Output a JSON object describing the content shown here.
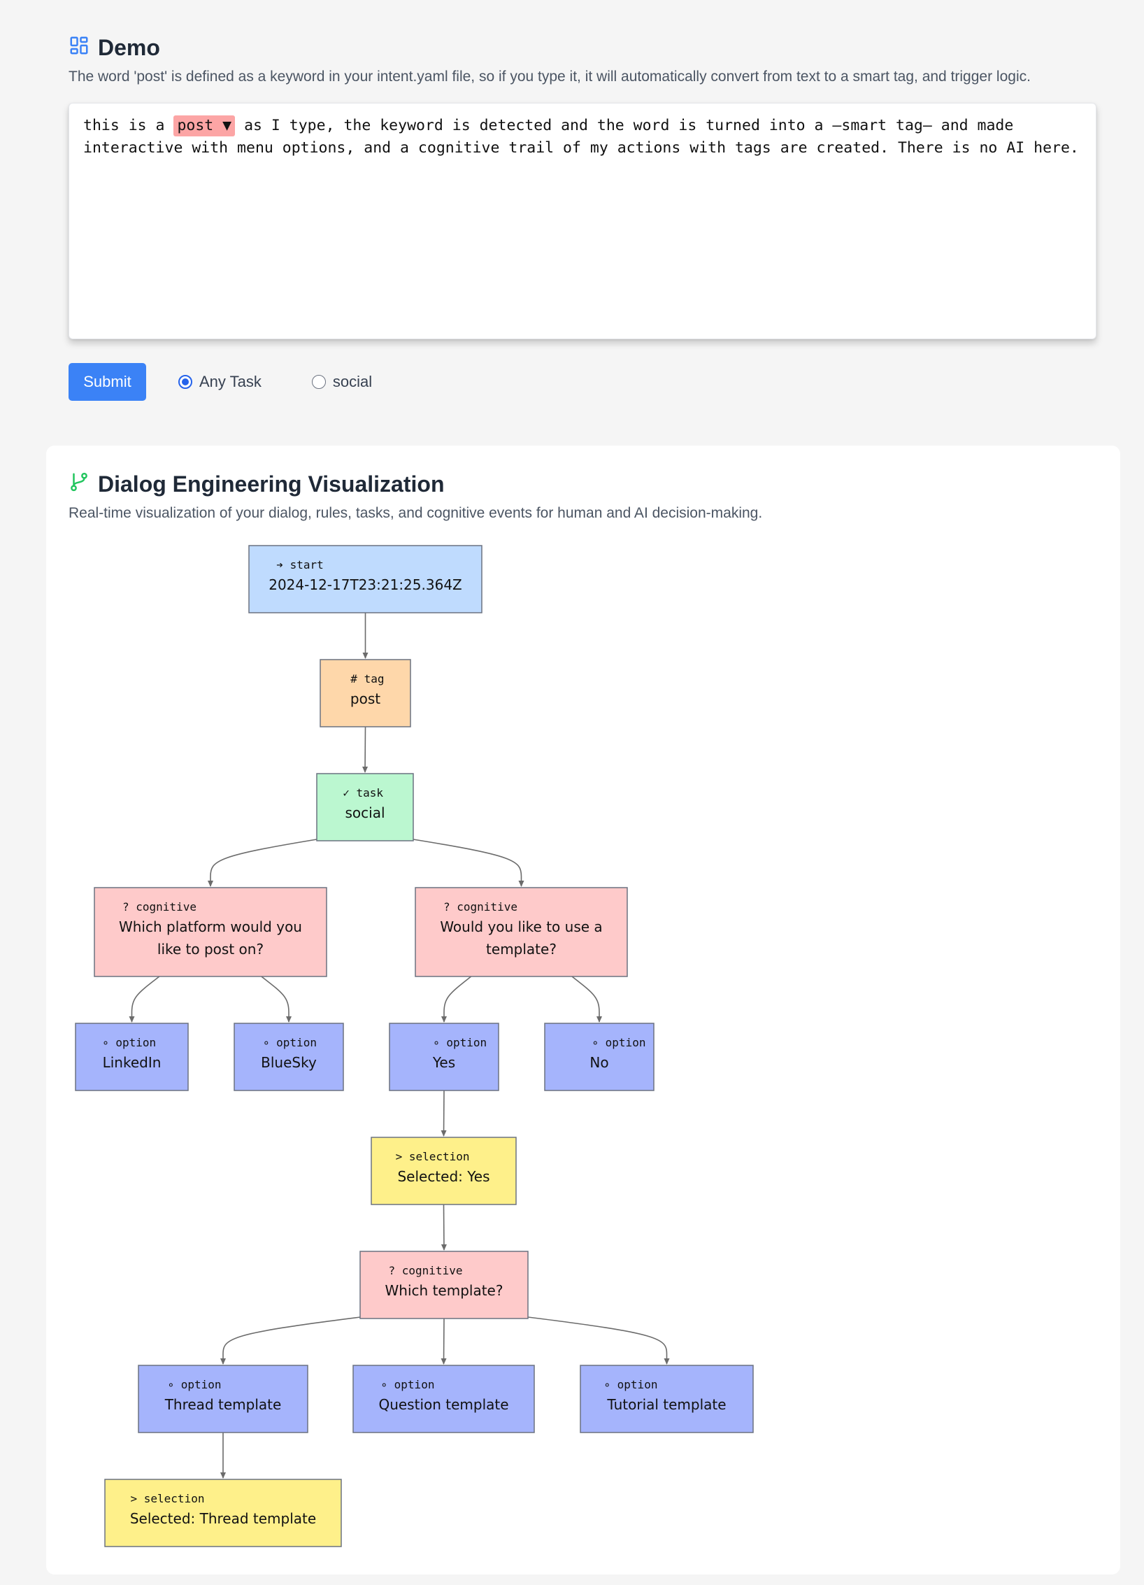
{
  "demo": {
    "title": "Demo",
    "description": "The word 'post' is defined as a keyword in your intent.yaml file, so if you type it, it will automatically convert from text to a smart tag, and trigger logic.",
    "editor": {
      "text_before": "this is a ",
      "smart_tag": "post ▼",
      "text_after": " as I type, the keyword is detected and the word is turned into a —smart tag— and made\ninteractive with menu options, and a cognitive trail of my actions with tags are created. There is no AI here."
    },
    "submit_label": "Submit",
    "radio_options": [
      {
        "label": "Any Task",
        "checked": true
      },
      {
        "label": "social",
        "checked": false
      }
    ]
  },
  "visualization": {
    "title": "Dialog Engineering Visualization",
    "description": "Real-time visualization of your dialog, rules, tasks, and cognitive events for human and AI decision-making.",
    "colors": {
      "start": "#bfdbfe",
      "tag": "#fed7aa",
      "task": "#bbf7d0",
      "cognitive": "#fecaca",
      "option": "#a5b4fc",
      "selection": "#fef08a",
      "border": "#6b7280",
      "edge": "#6b6b6b",
      "icon_demo": "#3b82f6",
      "icon_viz": "#22c55e"
    },
    "nodes": [
      {
        "id": "start",
        "kind": "➔ start",
        "lines": [
          "2024-12-17T23:21:25.364Z"
        ],
        "type": "start"
      },
      {
        "id": "tag",
        "kind": "# tag",
        "lines": [
          "post"
        ],
        "type": "tag"
      },
      {
        "id": "task",
        "kind": "✓ task",
        "lines": [
          "social"
        ],
        "type": "task"
      },
      {
        "id": "cog1",
        "kind": "? cognitive",
        "lines": [
          "Which platform would you",
          "like to post on?"
        ],
        "type": "cognitive"
      },
      {
        "id": "cog2",
        "kind": "? cognitive",
        "lines": [
          "Would you like to use a",
          "template?"
        ],
        "type": "cognitive"
      },
      {
        "id": "opt_linkedin",
        "kind": "∘ option",
        "lines": [
          "LinkedIn"
        ],
        "type": "option"
      },
      {
        "id": "opt_bluesky",
        "kind": "∘ option",
        "lines": [
          "BlueSky"
        ],
        "type": "option"
      },
      {
        "id": "opt_yes",
        "kind": "∘ option",
        "lines": [
          "Yes"
        ],
        "type": "option"
      },
      {
        "id": "opt_no",
        "kind": "∘ option",
        "lines": [
          "No"
        ],
        "type": "option"
      },
      {
        "id": "sel_yes",
        "kind": "> selection",
        "lines": [
          "Selected: Yes"
        ],
        "type": "selection"
      },
      {
        "id": "cog3",
        "kind": "? cognitive",
        "lines": [
          "Which template?"
        ],
        "type": "cognitive"
      },
      {
        "id": "opt_thread",
        "kind": "∘ option",
        "lines": [
          "Thread template"
        ],
        "type": "option"
      },
      {
        "id": "opt_question",
        "kind": "∘ option",
        "lines": [
          "Question template"
        ],
        "type": "option"
      },
      {
        "id": "opt_tutorial",
        "kind": "∘ option",
        "lines": [
          "Tutorial template"
        ],
        "type": "option"
      },
      {
        "id": "sel_thread",
        "kind": "> selection",
        "lines": [
          "Selected: Thread template"
        ],
        "type": "selection"
      }
    ],
    "edges": [
      [
        "start",
        "tag"
      ],
      [
        "tag",
        "task"
      ],
      [
        "task",
        "cog1"
      ],
      [
        "task",
        "cog2"
      ],
      [
        "cog1",
        "opt_linkedin"
      ],
      [
        "cog1",
        "opt_bluesky"
      ],
      [
        "cog2",
        "opt_yes"
      ],
      [
        "cog2",
        "opt_no"
      ],
      [
        "opt_yes",
        "sel_yes"
      ],
      [
        "sel_yes",
        "cog3"
      ],
      [
        "cog3",
        "opt_thread"
      ],
      [
        "cog3",
        "opt_question"
      ],
      [
        "cog3",
        "opt_tutorial"
      ],
      [
        "opt_thread",
        "sel_thread"
      ]
    ]
  }
}
